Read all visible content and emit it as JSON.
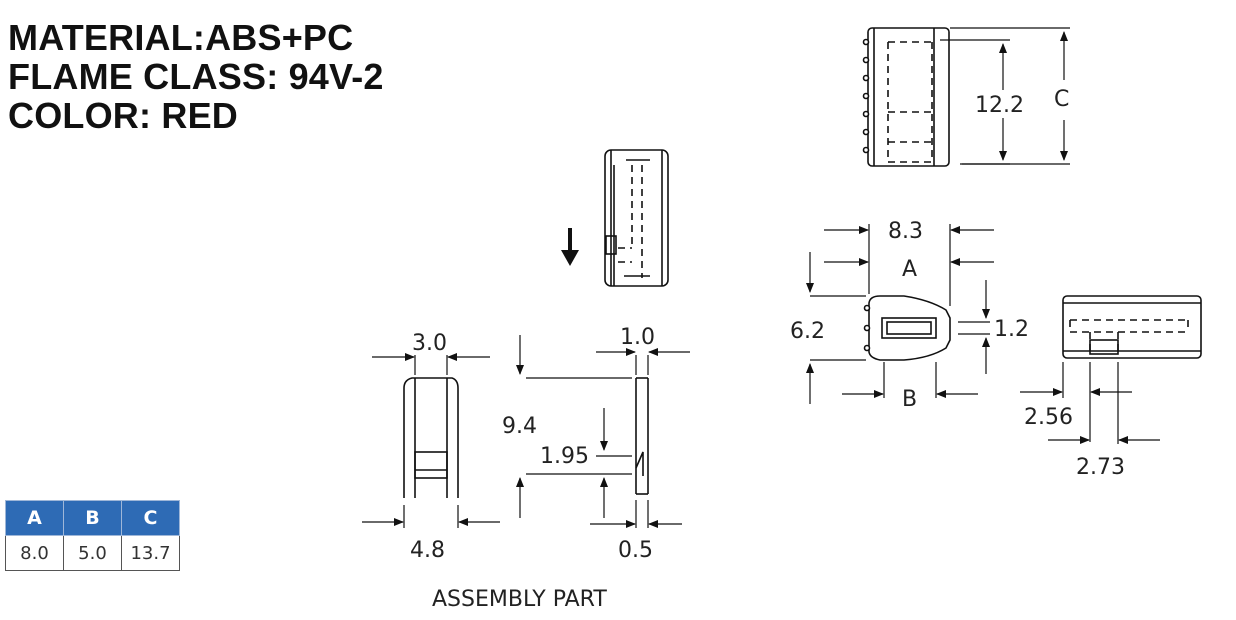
{
  "spec": {
    "material": "MATERIAL:ABS+PC",
    "flame_class": "FLAME CLASS: 94V-2",
    "color": "COLOR:  RED"
  },
  "table": {
    "headers": [
      "A",
      "B",
      "C"
    ],
    "values": [
      "8.0",
      "5.0",
      "13.7"
    ],
    "header_color": "#2e6bb5"
  },
  "dims": {
    "top_width": "3.0",
    "bottom_width": "4.8",
    "side_top": "1.0",
    "side_height": "9.4",
    "side_step": "1.95",
    "side_bottom": "0.5",
    "top_view_height": "12.2",
    "top_view_c": "C",
    "front_width": "8.3",
    "front_a": "A",
    "front_height": "6.2",
    "front_slot": "1.2",
    "front_b": "B",
    "right_left": "2.56",
    "right_right": "2.73"
  },
  "caption": "ASSEMBLY PART",
  "icons": {
    "insert_arrow": "down-arrow-icon"
  }
}
